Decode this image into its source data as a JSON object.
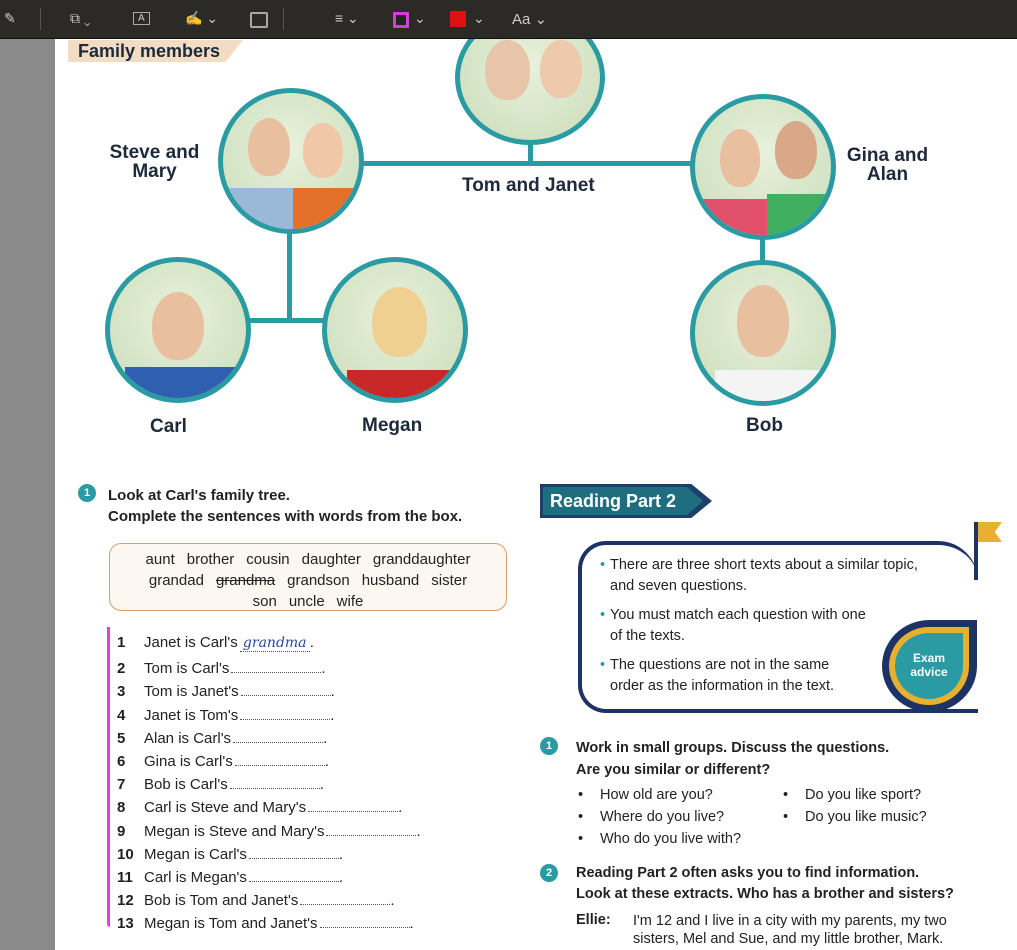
{
  "toolbar": {
    "icons": [
      "pen-icon",
      "shapes-icon",
      "text-box-icon",
      "signature-icon",
      "window-icon",
      "line-style-icon",
      "border-color-icon",
      "fill-color-icon",
      "font-icon"
    ],
    "font_label": "Aa",
    "border_color": "#d040d0",
    "fill_color": "#e01010"
  },
  "section_title": "Family members",
  "tree": {
    "tom_janet": "Tom and Janet",
    "steve_mary": "Steve and Mary",
    "gina_alan": "Gina and Alan",
    "carl": "Carl",
    "megan": "Megan",
    "bob": "Bob"
  },
  "ex1": {
    "num": "1",
    "line1": "Look at Carl's family tree.",
    "line2": "Complete the sentences with words from the box.",
    "words_row1": [
      "aunt",
      "brother",
      "cousin",
      "daughter",
      "granddaughter"
    ],
    "words_row2": [
      "grandad",
      "grandma",
      "grandson",
      "husband",
      "sister"
    ],
    "words_row3": [
      "son",
      "uncle",
      "wife"
    ],
    "questions": [
      {
        "n": "1",
        "text": "Janet is Carl's",
        "answer": "grandma"
      },
      {
        "n": "2",
        "text": "Tom is Carl's",
        "answer": ""
      },
      {
        "n": "3",
        "text": "Tom is Janet's",
        "answer": ""
      },
      {
        "n": "4",
        "text": "Janet is Tom's",
        "answer": ""
      },
      {
        "n": "5",
        "text": "Alan is Carl's",
        "answer": ""
      },
      {
        "n": "6",
        "text": "Gina is Carl's",
        "answer": ""
      },
      {
        "n": "7",
        "text": "Bob is Carl's",
        "answer": ""
      },
      {
        "n": "8",
        "text": "Carl is Steve and Mary's",
        "answer": ""
      },
      {
        "n": "9",
        "text": "Megan is Steve and Mary's",
        "answer": ""
      },
      {
        "n": "10",
        "text": "Megan is Carl's",
        "answer": ""
      },
      {
        "n": "11",
        "text": "Carl is Megan's",
        "answer": ""
      },
      {
        "n": "12",
        "text": "Bob is Tom and Janet's",
        "answer": ""
      },
      {
        "n": "13",
        "text": "Megan is Tom and Janet's",
        "answer": ""
      }
    ]
  },
  "reading": {
    "title": "Reading Part 2",
    "advice": [
      "There are three short texts about a similar topic, and seven questions.",
      "You must match each question with one of the texts.",
      "The questions are not in the same order as the information in the text."
    ],
    "badge": "Exam advice",
    "ex1": {
      "num": "1",
      "line1": "Work in small groups. Discuss the questions.",
      "line2": "Are you similar or different?",
      "bullets_left": [
        "How old are you?",
        "Where do you live?",
        "Who do you live with?"
      ],
      "bullets_right": [
        "Do you like sport?",
        "Do you like music?"
      ]
    },
    "ex2": {
      "num": "2",
      "line1": "Reading Part 2 often asks you to find information.",
      "line2": "Look at these extracts. Who has a brother and sisters?",
      "speaker": "Ellie:",
      "text": "I'm 12 and I live in a city with my parents, my two sisters, Mel and Sue, and my little brother, Mark."
    }
  },
  "annotation_color": "#e040e0"
}
